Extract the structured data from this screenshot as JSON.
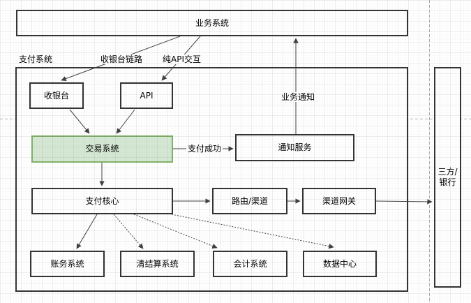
{
  "diagram": {
    "nodes": {
      "business_system": "业务系统",
      "payment_system_label": "支付系统",
      "cashier": "收银台",
      "api": "API",
      "trade_system": "交易系统",
      "notify_service": "通知服务",
      "pay_core": "支付核心",
      "route_channel": "路由/渠道",
      "channel_gateway": "渠道网关",
      "account_system": "账务系统",
      "settlement_system": "清结算系统",
      "accounting_system": "会计系统",
      "data_center": "数据中心",
      "third_party_bank": "三方/银行"
    },
    "edge_labels": {
      "cashier_link": "收银台链路",
      "pure_api": "纯API交互",
      "business_notify": "业务通知",
      "pay_success": "支付成功"
    },
    "colors": {
      "node_border": "#333333",
      "node_fill": "#ffffff",
      "highlight_fill": "#d5e8d4",
      "highlight_border": "#82b366",
      "edge_stroke": "#404040",
      "page_guide": "#b3b3b3"
    }
  }
}
